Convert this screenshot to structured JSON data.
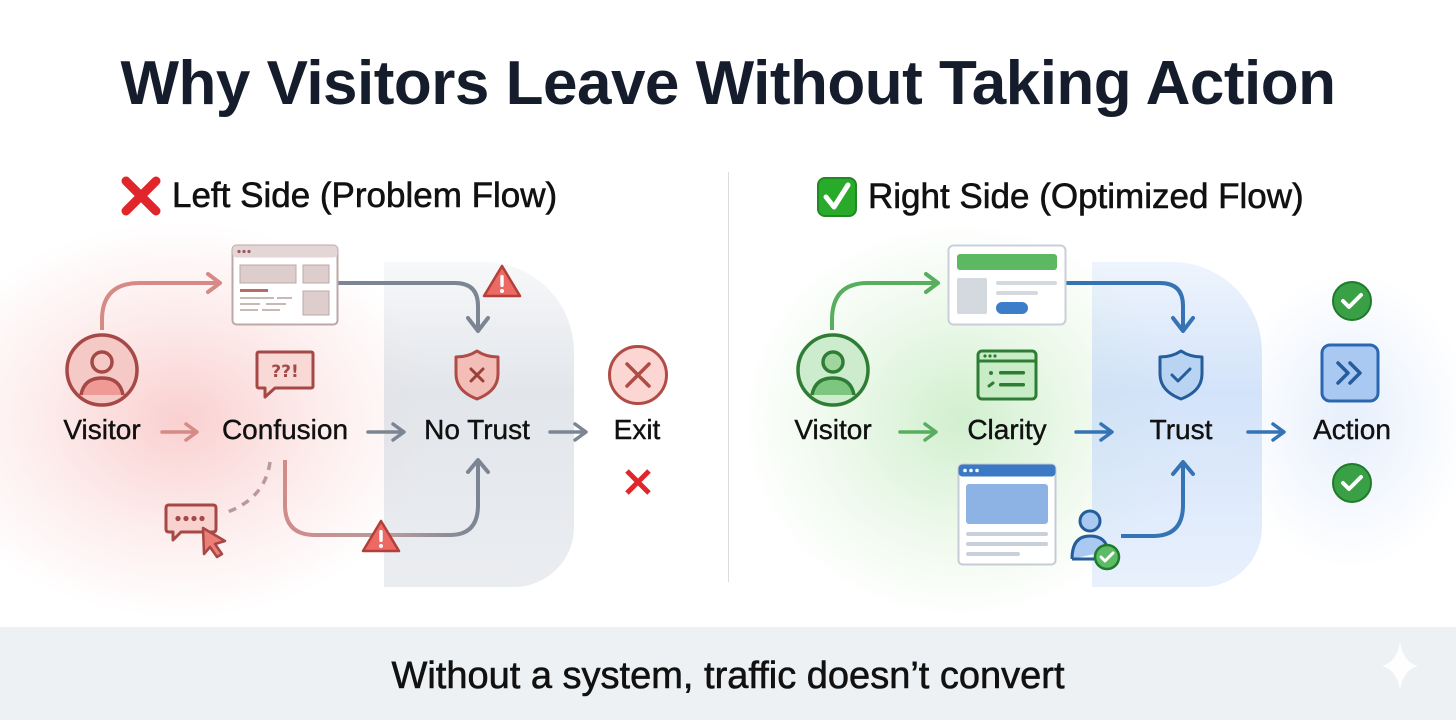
{
  "title": "Why Visitors Leave Without Taking Action",
  "left": {
    "heading": "Left Side (Problem Flow)",
    "heading_icon": "red-x-icon",
    "accent": "#c0504d",
    "nodes": [
      {
        "label": "Visitor",
        "icon": "user-circle-icon"
      },
      {
        "label": "Confusion",
        "icon": "speech-bubble-question-icon",
        "icon_text": "??!"
      },
      {
        "label": "No Trust",
        "icon": "shield-x-icon"
      },
      {
        "label": "Exit",
        "icon": "circle-x-icon"
      }
    ],
    "extras": [
      "cluttered-webpage-icon",
      "warning-triangle-icon",
      "chat-cursor-icon",
      "warning-triangle-icon",
      "red-x-mark-icon"
    ]
  },
  "right": {
    "heading": "Right Side (Optimized Flow)",
    "heading_icon": "green-check-box-icon",
    "accent": "#3f9e4a",
    "accent2": "#2f6fb5",
    "nodes": [
      {
        "label": "Visitor",
        "icon": "user-circle-icon"
      },
      {
        "label": "Clarity",
        "icon": "browser-list-icon"
      },
      {
        "label": "Trust",
        "icon": "shield-check-icon"
      },
      {
        "label": "Action",
        "icon": "double-chevron-button-icon"
      }
    ],
    "extras": [
      "clean-webpage-icon",
      "content-page-icon",
      "verified-user-icon",
      "check-circle-icon",
      "check-circle-icon"
    ]
  },
  "footer": {
    "text": "Without a system, traffic doesn’t convert"
  }
}
